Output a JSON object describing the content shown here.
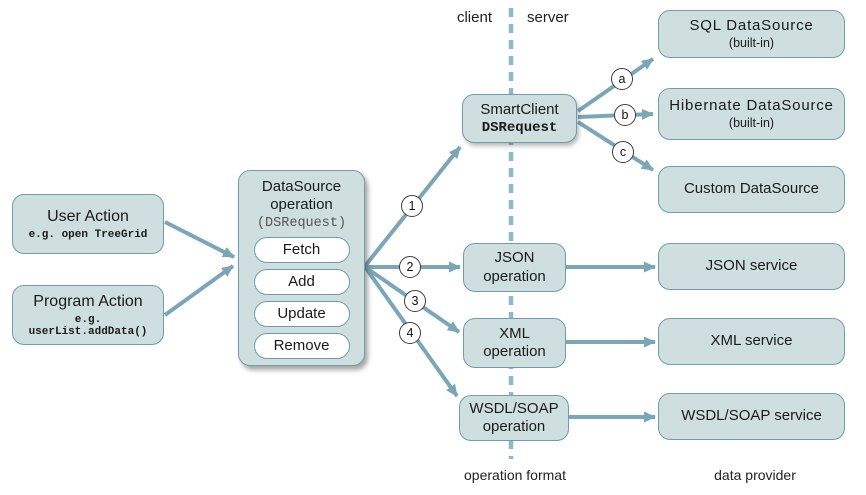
{
  "header": {
    "client_label": "client",
    "server_label": "server"
  },
  "footer": {
    "operation_format_label": "operation format",
    "data_provider_label": "data provider"
  },
  "sources": [
    {
      "title": "User Action",
      "example": "e.g. open TreeGrid"
    },
    {
      "title": "Program Action",
      "example": "e.g. userList.addData()"
    }
  ],
  "datasource_operation": {
    "title_line1": "DataSource",
    "title_line2": "operation",
    "request_type": "(DSRequest)",
    "operations": [
      "Fetch",
      "Add",
      "Update",
      "Remove"
    ]
  },
  "smartclient": {
    "line1": "SmartClient",
    "line2": "DSRequest"
  },
  "data_providers": [
    {
      "title": "SQL DataSource",
      "subtitle": "(built-in)"
    },
    {
      "title": "Hibernate DataSource",
      "subtitle": "(built-in)"
    },
    {
      "title": "Custom DataSource",
      "subtitle": ""
    }
  ],
  "operation_formats": [
    {
      "line1": "JSON",
      "line2": "operation"
    },
    {
      "line1": "XML",
      "line2": "operation"
    },
    {
      "line1": "WSDL/SOAP",
      "line2": "operation"
    }
  ],
  "services": [
    {
      "title": "JSON service"
    },
    {
      "title": "XML service"
    },
    {
      "title": "WSDL/SOAP service"
    }
  ],
  "arrow_markers": {
    "numbered": [
      "1",
      "2",
      "3",
      "4"
    ],
    "lettered": [
      "a",
      "b",
      "c"
    ]
  },
  "colors": {
    "box_fill": "#cfdfdf",
    "box_border": "#6f9dab",
    "arrow": "#7ba6b6",
    "divider": "#8fb9c5"
  }
}
